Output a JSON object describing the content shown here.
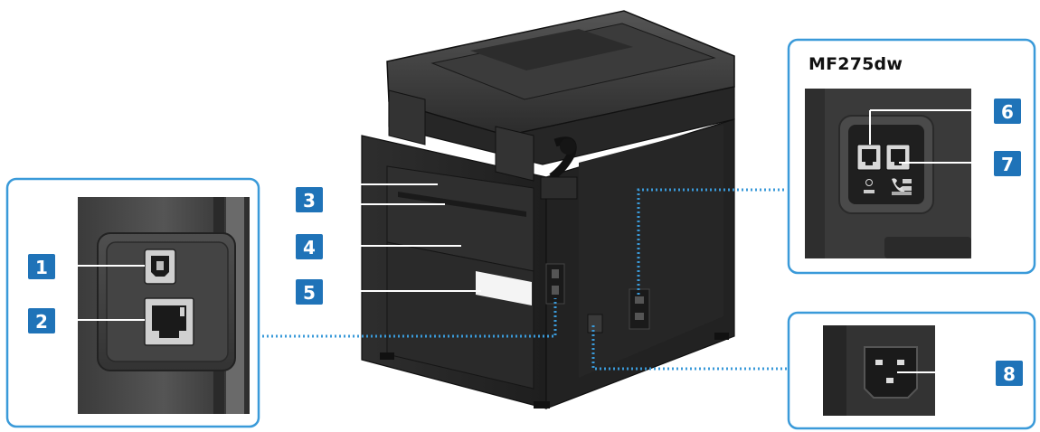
{
  "title_inset": "MF275dw",
  "callouts": [
    {
      "num": "1",
      "target": "usb-port"
    },
    {
      "num": "2",
      "target": "lan-port"
    },
    {
      "num": "3",
      "target": "rear-cover"
    },
    {
      "num": "4",
      "target": "rear-panel"
    },
    {
      "num": "5",
      "target": "rating-label"
    },
    {
      "num": "6",
      "target": "line-jack"
    },
    {
      "num": "7",
      "target": "telephone-jack"
    },
    {
      "num": "8",
      "target": "power-socket"
    }
  ],
  "colors": {
    "frame": "#3a9ad9",
    "badge": "#1f73b8",
    "badge_text": "#ffffff",
    "leader": "#3a9ad9",
    "body_dark": "#2a2a2a"
  },
  "icons": {
    "usb": "usb-b-port-icon",
    "lan": "ethernet-port-icon",
    "phone": "modular-jack-icon",
    "power": "iec-c14-inlet-icon"
  }
}
